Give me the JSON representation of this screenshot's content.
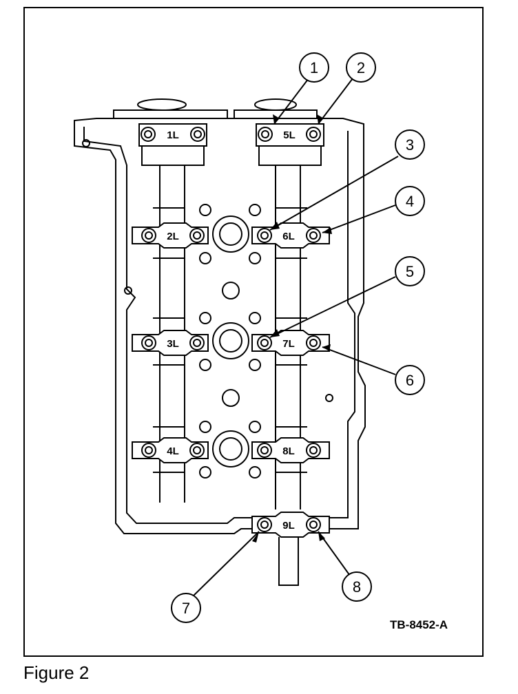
{
  "figure": {
    "caption": "Figure 2",
    "reference_code": "TB-8452-A"
  },
  "caps": [
    {
      "id": "1L"
    },
    {
      "id": "2L"
    },
    {
      "id": "3L"
    },
    {
      "id": "4L"
    },
    {
      "id": "5L"
    },
    {
      "id": "6L"
    },
    {
      "id": "7L"
    },
    {
      "id": "8L"
    },
    {
      "id": "9L"
    }
  ],
  "callouts": [
    {
      "number": "1"
    },
    {
      "number": "2"
    },
    {
      "number": "3"
    },
    {
      "number": "4"
    },
    {
      "number": "5"
    },
    {
      "number": "6"
    },
    {
      "number": "7"
    },
    {
      "number": "8"
    }
  ]
}
